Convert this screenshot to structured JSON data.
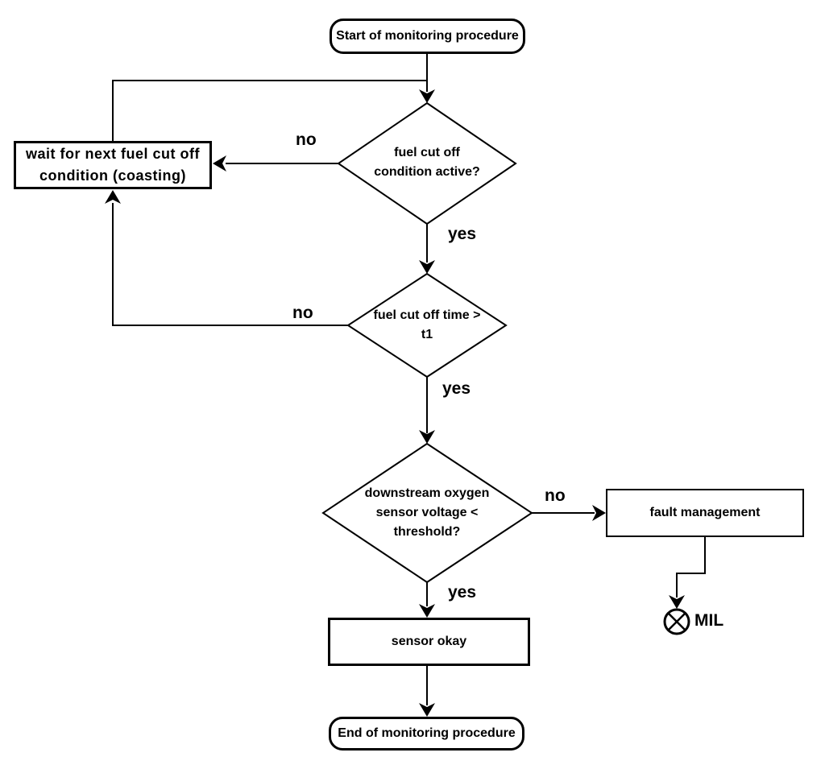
{
  "flowchart": {
    "start": {
      "label": "Start of monitoring procedure"
    },
    "decision_fuel_cut_off_active": {
      "line1": "fuel cut off",
      "line2": "condition active?",
      "no_label": "no",
      "yes_label": "yes"
    },
    "wait_box": {
      "line1": "wait for next fuel cut off",
      "line2": "condition (coasting)"
    },
    "decision_fuel_cut_off_time": {
      "line1": "fuel cut off time >",
      "line2": "t1",
      "no_label": "no",
      "yes_label": "yes"
    },
    "decision_sensor_voltage": {
      "line1": "downstream oxygen",
      "line2": "sensor voltage <",
      "line3": "threshold?",
      "no_label": "no",
      "yes_label": "yes"
    },
    "fault_management": {
      "label": "fault management"
    },
    "mil": {
      "label": "MIL"
    },
    "sensor_okay": {
      "label": "sensor okay"
    },
    "end": {
      "label": "End of monitoring procedure"
    },
    "colors": {
      "line": "#000000",
      "background": "#ffffff"
    }
  }
}
